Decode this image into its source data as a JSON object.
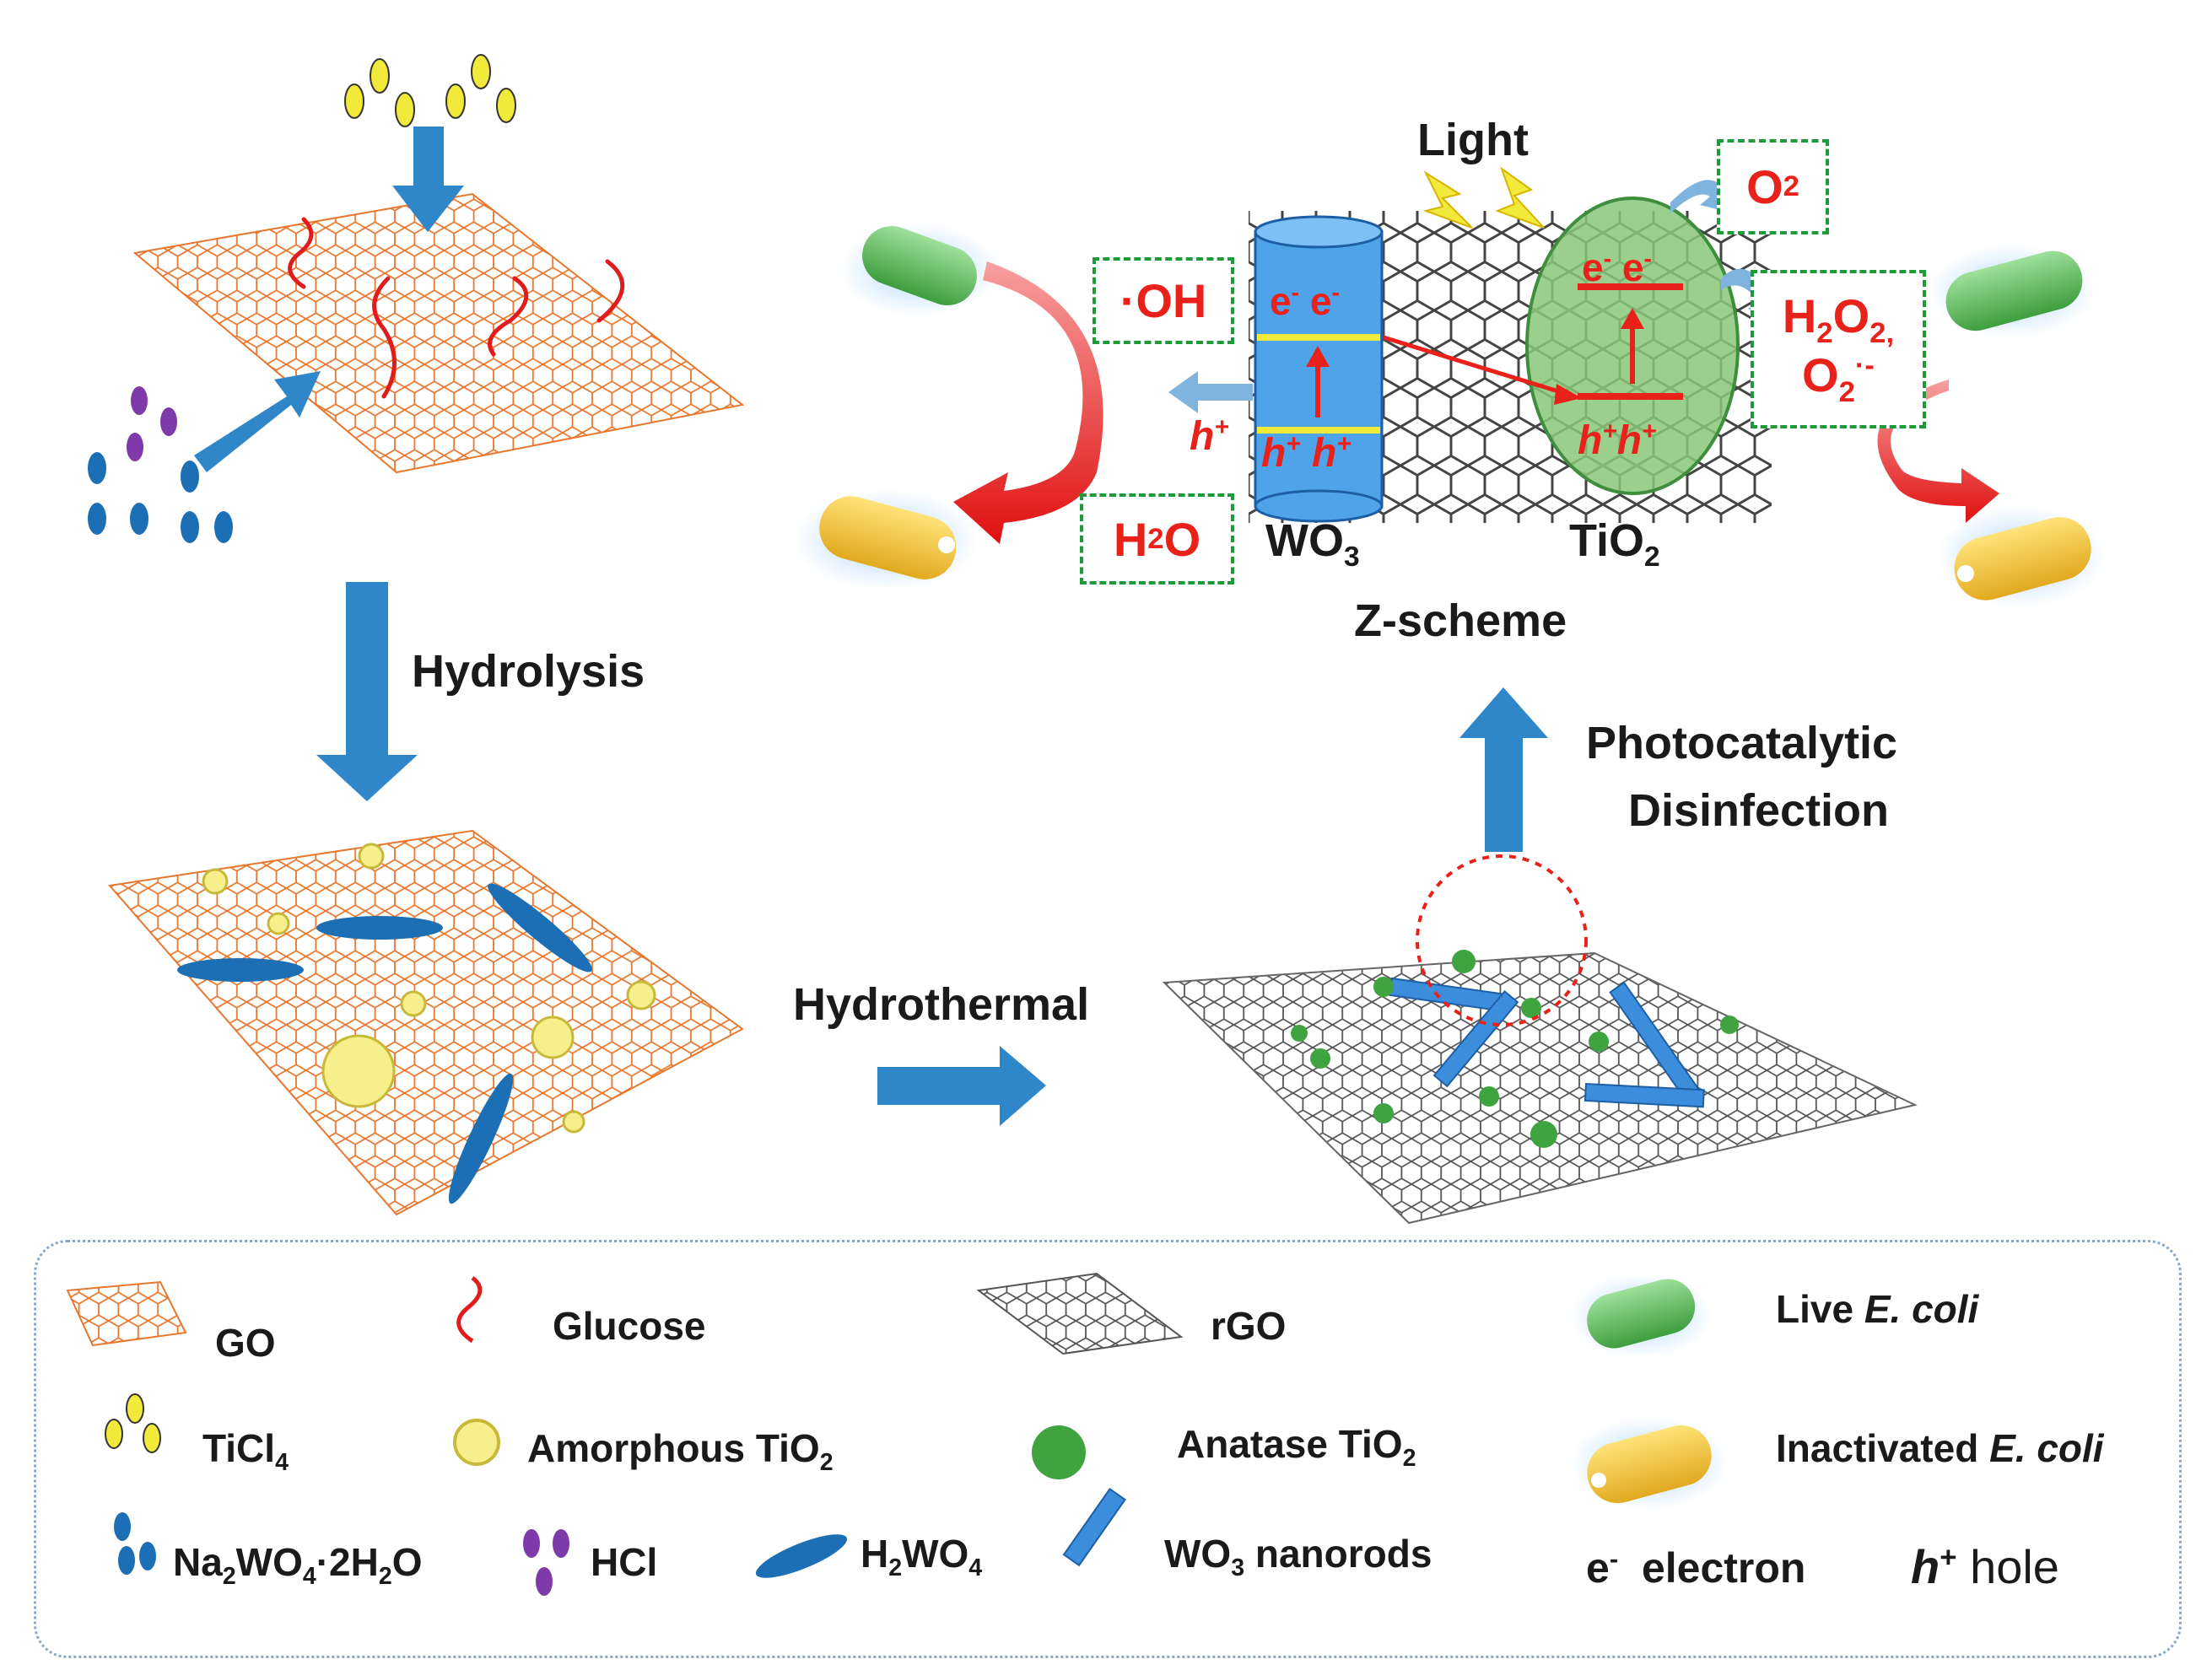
{
  "steps": {
    "hydrolysis": "Hydrolysis",
    "hydrothermal": "Hydrothermal",
    "photocatalytic_1": "Photocatalytic",
    "photocatalytic_2": "Disinfection"
  },
  "mechanism": {
    "light": "Light",
    "wo3": "WO",
    "wo3_sub": "3",
    "tio2": "TiO",
    "tio2_sub": "2",
    "z_scheme": "Z-scheme",
    "oh_label": "·OH",
    "h2o": "H",
    "h2o_sub": "2",
    "h2o_tail": "O",
    "o2": "O",
    "o2_sub": "2",
    "h2o2_line1": "H",
    "h2o2_line1_sub": "2",
    "h2o2_line1_mid": "O",
    "h2o2_line1_sub2": "2,",
    "h2o2_line2": "O",
    "h2o2_line2_sub": "2",
    "h2o2_line2_sup": "·-",
    "electron_symbol": "e",
    "electron_sup": "-",
    "hole_symbol": "h",
    "hole_sup": "+"
  },
  "legend": {
    "go": "GO",
    "glucose": "Glucose",
    "rgo": "rGO",
    "live": "Live ",
    "live_em": "E. coli",
    "ticl4": "TiCl",
    "ticl4_sub": "4",
    "amorphous": "Amorphous TiO",
    "amorphous_sub": "2",
    "anatase": "Anatase TiO",
    "anatase_sub": "2",
    "inactivated": "Inactivated ",
    "inactivated_em": "E. coli",
    "na2wo4_a": "Na",
    "na2wo4_s1": "2",
    "na2wo4_b": "WO",
    "na2wo4_s2": "4",
    "na2wo4_c": "·2H",
    "na2wo4_s3": "2",
    "na2wo4_d": "O",
    "hcl": "HCl",
    "h2wo4_a": "H",
    "h2wo4_s1": "2",
    "h2wo4_b": "WO",
    "h2wo4_s2": "4",
    "wo3_nr_a": "WO",
    "wo3_nr_s": "3",
    "wo3_nr_b": " nanorods",
    "electron_e": "e",
    "electron_sup": "-",
    "electron_word": "electron",
    "hole_h": "h",
    "hole_sup": "+",
    "hole_word": "hole"
  },
  "colors": {
    "go_sheet": "#e8772e",
    "rgo_sheet": "#555555",
    "arrow_blue": "#2f86c8",
    "ticl4_yellow": "#f2ea3a",
    "na2wo4_blue": "#1c6fb5",
    "hcl_purple": "#7d3aa8",
    "glucose_red": "#e01c1c",
    "amorphous_yellow": "#f6ef8c",
    "anatase_green": "#3fa33f",
    "wo3_rod": "#3c8ddc",
    "highlight_red": "#e8221a",
    "box_green": "#1f9a3a",
    "live_ecoli": "#6cc46a",
    "dead_ecoli": "#f5c542"
  }
}
